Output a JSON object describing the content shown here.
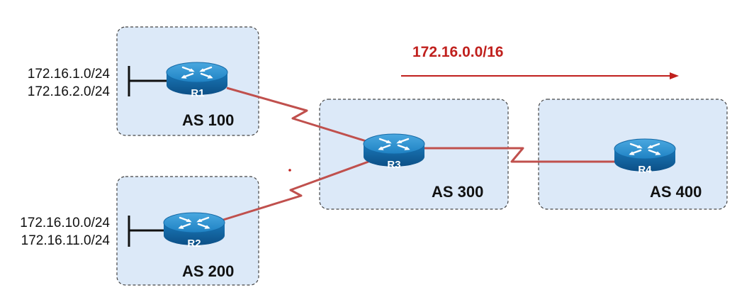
{
  "aggregate": {
    "prefix": "172.16.0.0/16",
    "color": "#c0201d"
  },
  "autonomous_systems": [
    {
      "id": "as100",
      "label": "AS 100"
    },
    {
      "id": "as200",
      "label": "AS 200"
    },
    {
      "id": "as300",
      "label": "AS 300"
    },
    {
      "id": "as400",
      "label": "AS 400"
    }
  ],
  "routers": [
    {
      "id": "r1",
      "label": "R1",
      "networks": [
        "172.16.1.0/24",
        "172.16.2.0/24"
      ]
    },
    {
      "id": "r2",
      "label": "R2",
      "networks": [
        "172.16.10.0/24",
        "172.16.11.0/24"
      ]
    },
    {
      "id": "r3",
      "label": "R3",
      "networks": []
    },
    {
      "id": "r4",
      "label": "R4",
      "networks": []
    }
  ],
  "colors": {
    "as_box_fill": "#dce9f8",
    "as_box_border": "#444444",
    "serial_link": "#c0504d",
    "router_body": "#1c7fbf"
  }
}
